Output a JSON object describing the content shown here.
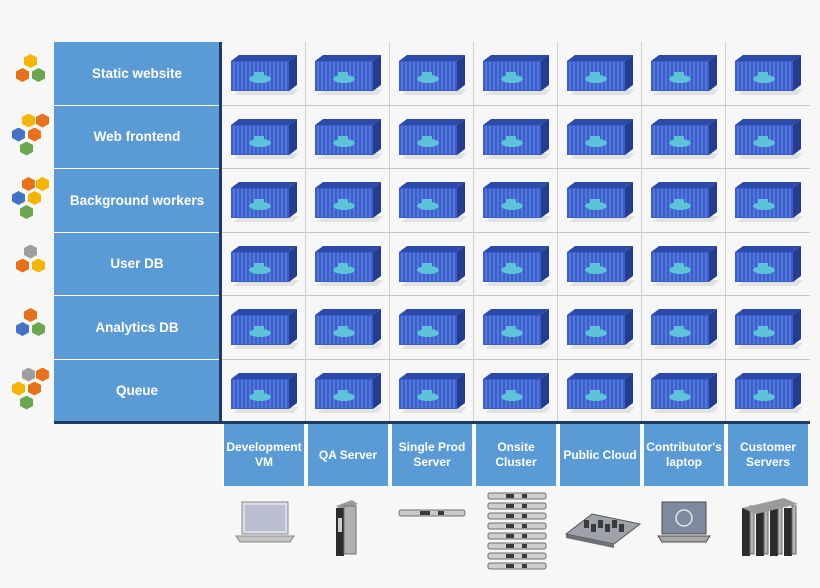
{
  "applications": [
    {
      "label": "Static website",
      "icon": "hexagon-cluster-icon",
      "hex_colors": [
        "#f4b400",
        "#e8711a",
        "#6aa84f"
      ]
    },
    {
      "label": "Web frontend",
      "icon": "hexagon-cluster-icon",
      "hex_colors": [
        "#f4b400",
        "#e8711a",
        "#4472c4",
        "#e8711a",
        "#6aa84f"
      ]
    },
    {
      "label": "Background workers",
      "icon": "hexagon-cluster-icon",
      "hex_colors": [
        "#e8711a",
        "#f4b400",
        "#4472c4",
        "#f4b400",
        "#6aa84f"
      ]
    },
    {
      "label": "User DB",
      "icon": "hexagon-cluster-icon",
      "hex_colors": [
        "#9e9e9e",
        "#e8711a",
        "#f4b400"
      ]
    },
    {
      "label": "Analytics  DB",
      "icon": "hexagon-cluster-icon",
      "hex_colors": [
        "#e8711a",
        "#4472c4",
        "#6aa84f"
      ]
    },
    {
      "label": "Queue",
      "icon": "hexagon-cluster-icon",
      "hex_colors": [
        "#9e9e9e",
        "#e8711a",
        "#f4b400",
        "#e8711a",
        "#6aa84f"
      ]
    }
  ],
  "environments": [
    {
      "label": "Development VM",
      "device": "laptop-icon"
    },
    {
      "label": "QA  Server",
      "device": "blade-server-icon"
    },
    {
      "label": "Single Prod Server",
      "device": "rack-server-icon"
    },
    {
      "label": "Onsite Cluster",
      "device": "server-stack-icon"
    },
    {
      "label": "Public Cloud",
      "device": "motherboard-icon"
    },
    {
      "label": "Contributor's laptop",
      "device": "dell-laptop-icon"
    },
    {
      "label": "Customer Servers",
      "device": "blade-chassis-icon"
    }
  ],
  "cell_icon": "shipping-container-icon",
  "colors": {
    "label_fill": "#5b9bd5",
    "axis": "#1f3864",
    "container": "#3a5fcd"
  }
}
